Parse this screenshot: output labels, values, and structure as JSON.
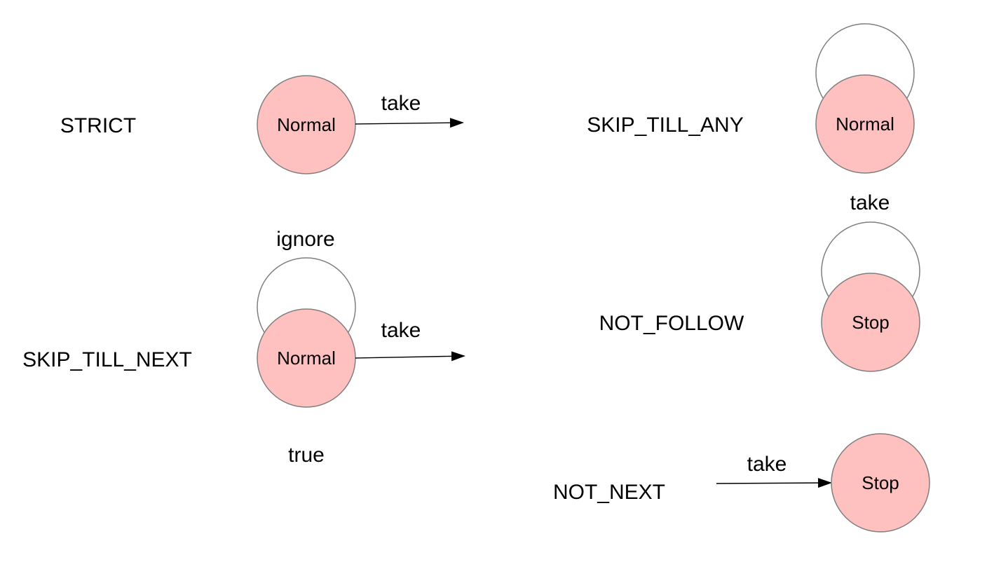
{
  "diagram": {
    "strict": {
      "label": "STRICT",
      "state": "Normal",
      "edge_take": "take"
    },
    "skip_till_next": {
      "label": "SKIP_TILL_NEXT",
      "state": "Normal",
      "loop_label": "ignore",
      "edge_take": "take",
      "bottom_label": "true"
    },
    "skip_till_any": {
      "label": "SKIP_TILL_ANY",
      "state": "Normal",
      "below_label": "take"
    },
    "not_follow": {
      "label": "NOT_FOLLOW",
      "state": "Stop"
    },
    "not_next": {
      "label": "NOT_NEXT",
      "state": "Stop",
      "edge_take": "take"
    }
  }
}
